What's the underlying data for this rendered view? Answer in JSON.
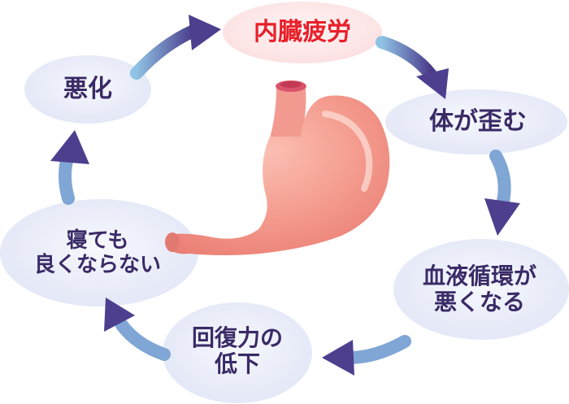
{
  "diagram": {
    "nodes": [
      {
        "id": "naizou-hirou",
        "lines": [
          "内臓疲労"
        ],
        "highlight": true
      },
      {
        "id": "karada-yugamu",
        "lines": [
          "体が歪む"
        ]
      },
      {
        "id": "ketsueki-junkan",
        "lines": [
          "血液循環が",
          "悪くなる"
        ]
      },
      {
        "id": "kaifukuryoku",
        "lines": [
          "回復力の",
          "低下"
        ]
      },
      {
        "id": "netemo",
        "lines": [
          "寝ても",
          "良くならない"
        ]
      },
      {
        "id": "akka",
        "lines": [
          "悪化"
        ]
      }
    ],
    "center_image": "stomach-illustration"
  },
  "colors": {
    "bubble": "#e6eaf8",
    "bubble_highlight": "#fde7e8",
    "text": "#3a2a66",
    "text_highlight": "#e8202a",
    "arrow_start": "#8fc2e4",
    "arrow_end": "#4a3b8a",
    "stomach": "#f4968c"
  }
}
